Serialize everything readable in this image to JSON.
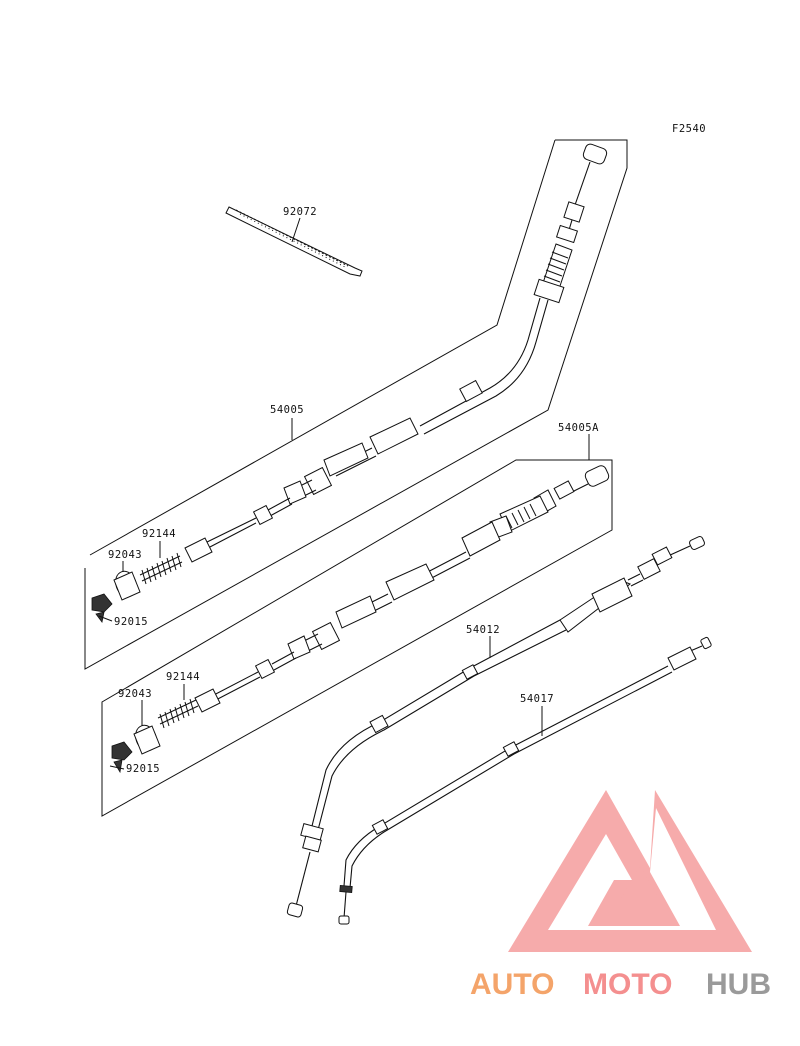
{
  "figure_code": "F2540",
  "parts": {
    "tie_strap": "92072",
    "cable_top": "54005",
    "cable_middle": "54005A",
    "cable_right": "54012",
    "cable_bottom": "54017",
    "spring_1": "92144",
    "spring_2": "92144",
    "collar_1": "92043",
    "collar_2": "92043",
    "nut_1": "92015",
    "nut_2": "92015"
  },
  "watermark": {
    "text_part1": "AUTO",
    "text_part2": "MOTO",
    "text_part3": "HUB",
    "color_orange": "#f4a46a",
    "color_red": "#f48f8f",
    "color_gray": "#9a9a9a"
  }
}
